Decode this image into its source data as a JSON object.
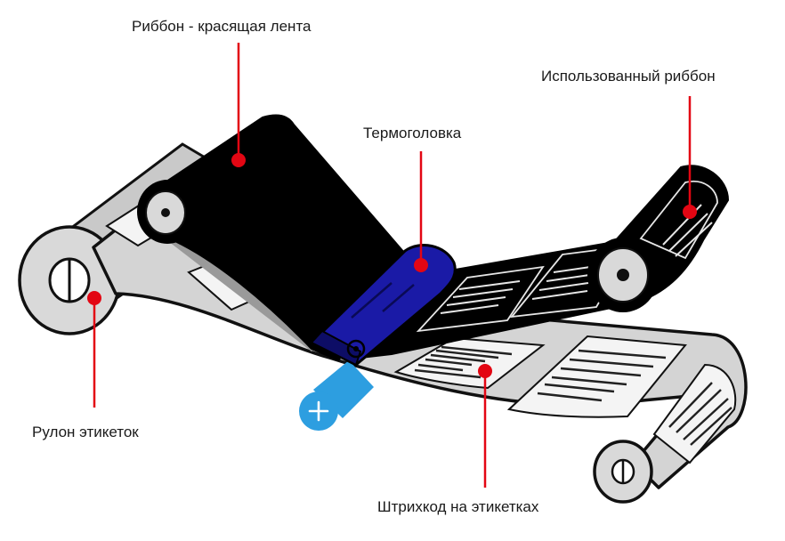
{
  "labels": {
    "ribbon": "Риббон - красящая лента",
    "printhead": "Термоголовка",
    "used_ribbon": "Использованный риббон",
    "label_roll": "Рулон этикеток",
    "barcode": "Штрихкод на этикетках"
  },
  "icons": {
    "platen_roller": "plus-icon"
  },
  "colors": {
    "callout": "#e30613",
    "printhead": "#1a1aa6",
    "platen": "#2d9ee0",
    "ribbon": "#000000",
    "label_stock": "#d6d6d6"
  }
}
